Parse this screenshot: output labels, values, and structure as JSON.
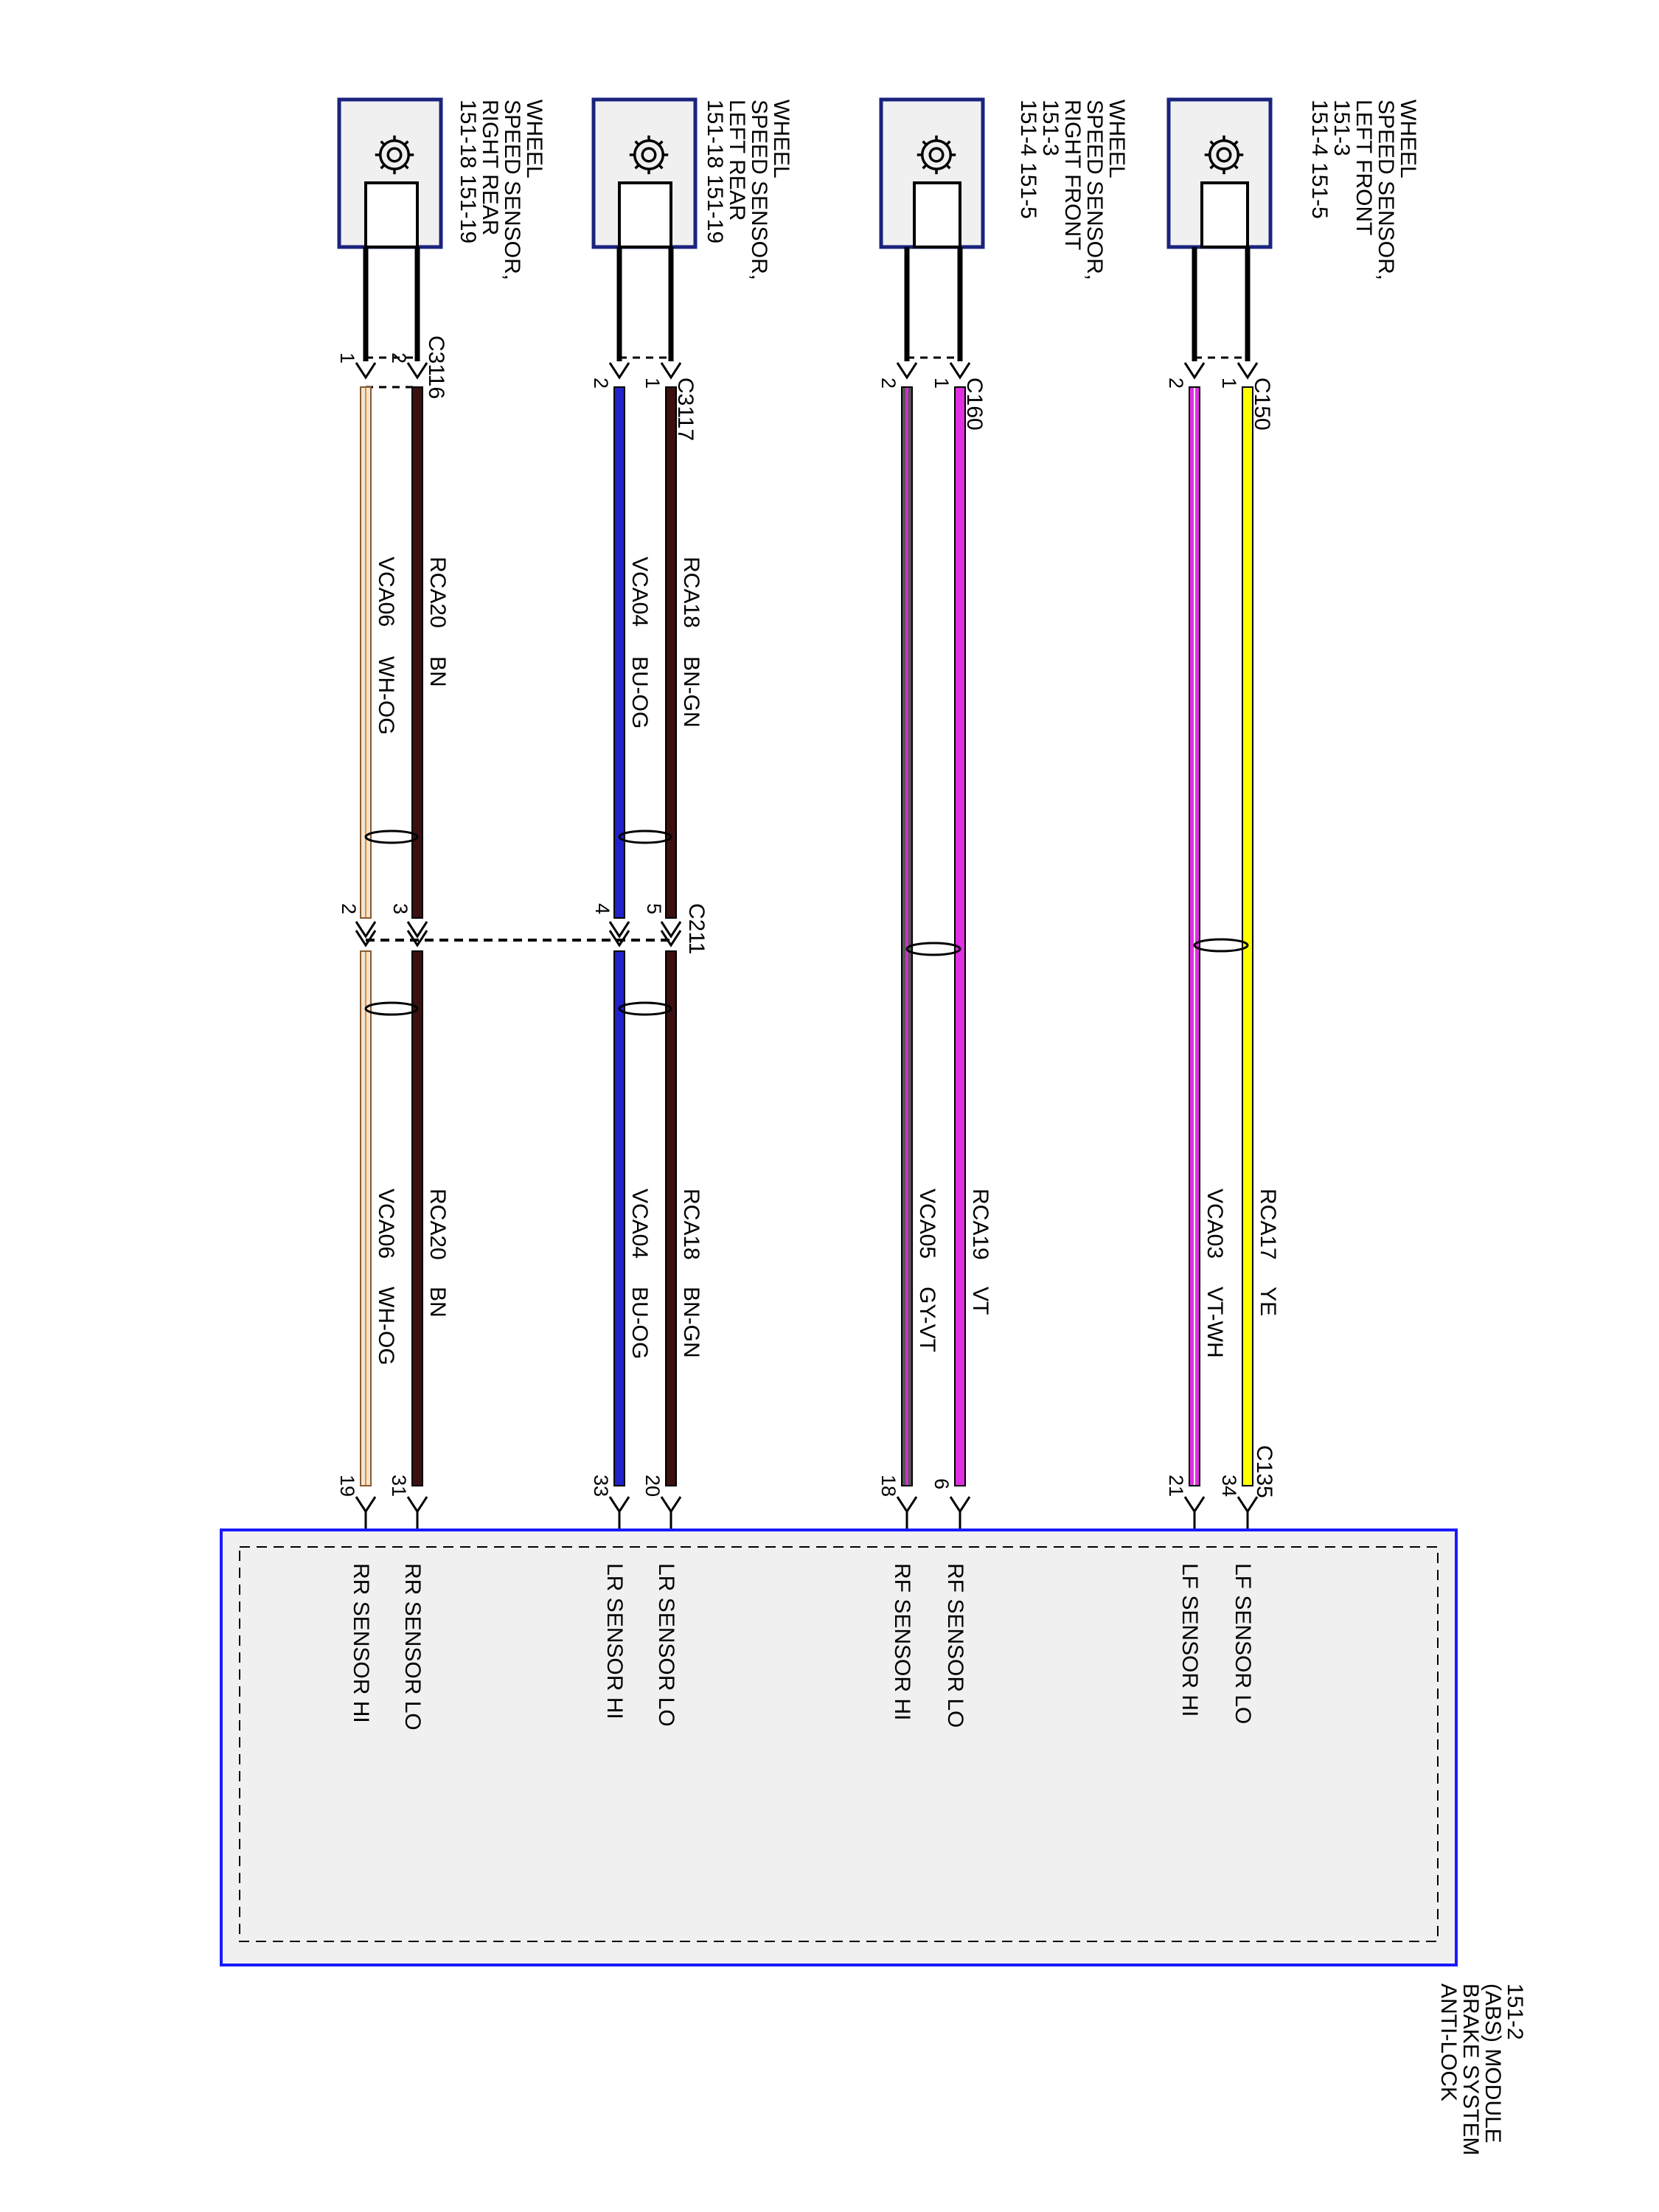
{
  "sensors": [
    {
      "id": "lf",
      "title_lines": [
        "WHEEL",
        "SPEED SENSOR,",
        "LEFT FRONT",
        "151-3",
        "151-4    151-5"
      ]
    },
    {
      "id": "rf",
      "title_lines": [
        "WHEEL",
        "SPEED SENSOR,",
        "RIGHT FRONT",
        "151-3",
        "151-4    151-5"
      ]
    },
    {
      "id": "lr",
      "title_lines": [
        "WHEEL",
        "SPEED SENSOR,",
        "LEFT REAR",
        "151-18    151-19"
      ]
    },
    {
      "id": "rr",
      "title_lines": [
        "WHEEL",
        "SPEED SENSOR,",
        "RIGHT REAR",
        "151-18    151-19"
      ]
    }
  ],
  "connectors": {
    "c150": "C150",
    "c160": "C160",
    "c3117": "C3117",
    "c3116": "C3116",
    "c211": "C211",
    "c135": "C135"
  },
  "wires": [
    {
      "id": "lf_lo",
      "circuit": "RCA17",
      "color_code": "YE",
      "color": "#ffff00",
      "stripe": null,
      "sensor_pin": "1",
      "c211_pin": null,
      "abs_pin": "34",
      "abs_label": "LF SENSOR LO"
    },
    {
      "id": "lf_hi",
      "circuit": "VCA03",
      "color_code": "VT-WH",
      "color": "#e030e0",
      "stripe": "#ffffff",
      "sensor_pin": "2",
      "c211_pin": null,
      "abs_pin": "21",
      "abs_label": "LF SENSOR HI"
    },
    {
      "id": "rf_lo",
      "circuit": "RCA19",
      "color_code": "VT",
      "color": "#e030e0",
      "stripe": null,
      "sensor_pin": "1",
      "c211_pin": null,
      "abs_pin": "6",
      "abs_label": "RF SENSOR LO"
    },
    {
      "id": "rf_hi",
      "circuit": "VCA05",
      "color_code": "GY-VT",
      "color": "#777777",
      "stripe": "#cc33cc",
      "sensor_pin": "2",
      "c211_pin": null,
      "abs_pin": "18",
      "abs_label": "RF SENSOR HI"
    },
    {
      "id": "lr_lo",
      "circuit": "RCA18",
      "color_code": "BN-GN",
      "color": "#3a1010",
      "stripe": "#228822",
      "sensor_pin": "1",
      "c211_pin": "5",
      "abs_pin": "20",
      "abs_label": "LR SENSOR LO"
    },
    {
      "id": "lr_hi",
      "circuit": "VCA04",
      "color_code": "BU-OG",
      "color": "#2222cc",
      "stripe": "#ff8800",
      "sensor_pin": "2",
      "c211_pin": "4",
      "abs_pin": "33",
      "abs_label": "LR SENSOR HI"
    },
    {
      "id": "rr_lo",
      "circuit": "RCA20",
      "color_code": "BN",
      "color": "#3a1010",
      "stripe": null,
      "sensor_pin": "2",
      "c211_pin": "3",
      "abs_pin": "31",
      "abs_label": "RR SENSOR LO"
    },
    {
      "id": "rr_hi",
      "circuit": "VCA06",
      "color_code": "WH-OG",
      "color": "#f4e6d0",
      "stripe": "#e08a40",
      "sensor_pin": "1",
      "c211_pin": "2",
      "abs_pin": "19",
      "abs_label": "RR SENSOR HI"
    }
  ],
  "module": {
    "title_lines": [
      "ANTI-LOCK",
      "BRAKE SYSTEM",
      "(ABS) MODULE",
      "151-2"
    ]
  },
  "icons": {
    "sensor": "gear-sensor-icon"
  }
}
